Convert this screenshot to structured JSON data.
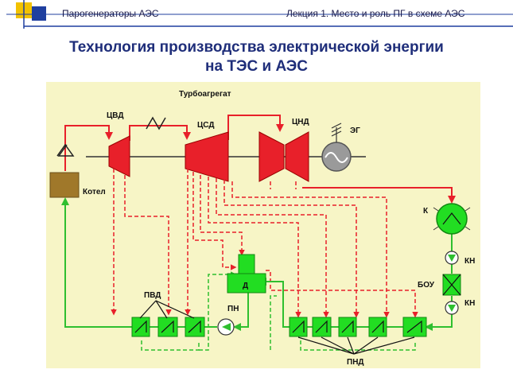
{
  "header": {
    "left": "Парогенераторы АЭС",
    "right": "Лекция 1.  Место и роль ПГ в схеме АЭС"
  },
  "title": {
    "line1": "Технология производства электрической энергии",
    "line2": "на ТЭС и АЭС"
  },
  "diagram": {
    "turbine_unit": "Турбоагрегат",
    "hp_cylinder": "ЦВД",
    "ip_cylinder": "ЦСД",
    "lp_cylinder": "ЦНД",
    "generator": "ЭГ",
    "boiler": "Котел",
    "condenser": "К",
    "condensate_pump_1": "КН",
    "condensate_pump_2": "КН",
    "desalination_unit": "БОУ",
    "deaerator": "Д",
    "feed_pump": "ПН",
    "hp_heaters": "ПВД",
    "lp_heaters": "ПНД"
  },
  "colors": {
    "steam": "#e8202a",
    "water": "#2fbf2f",
    "equipment_green": "#22dd22",
    "boiler": "#a0782a",
    "background": "#f7f5c6"
  }
}
